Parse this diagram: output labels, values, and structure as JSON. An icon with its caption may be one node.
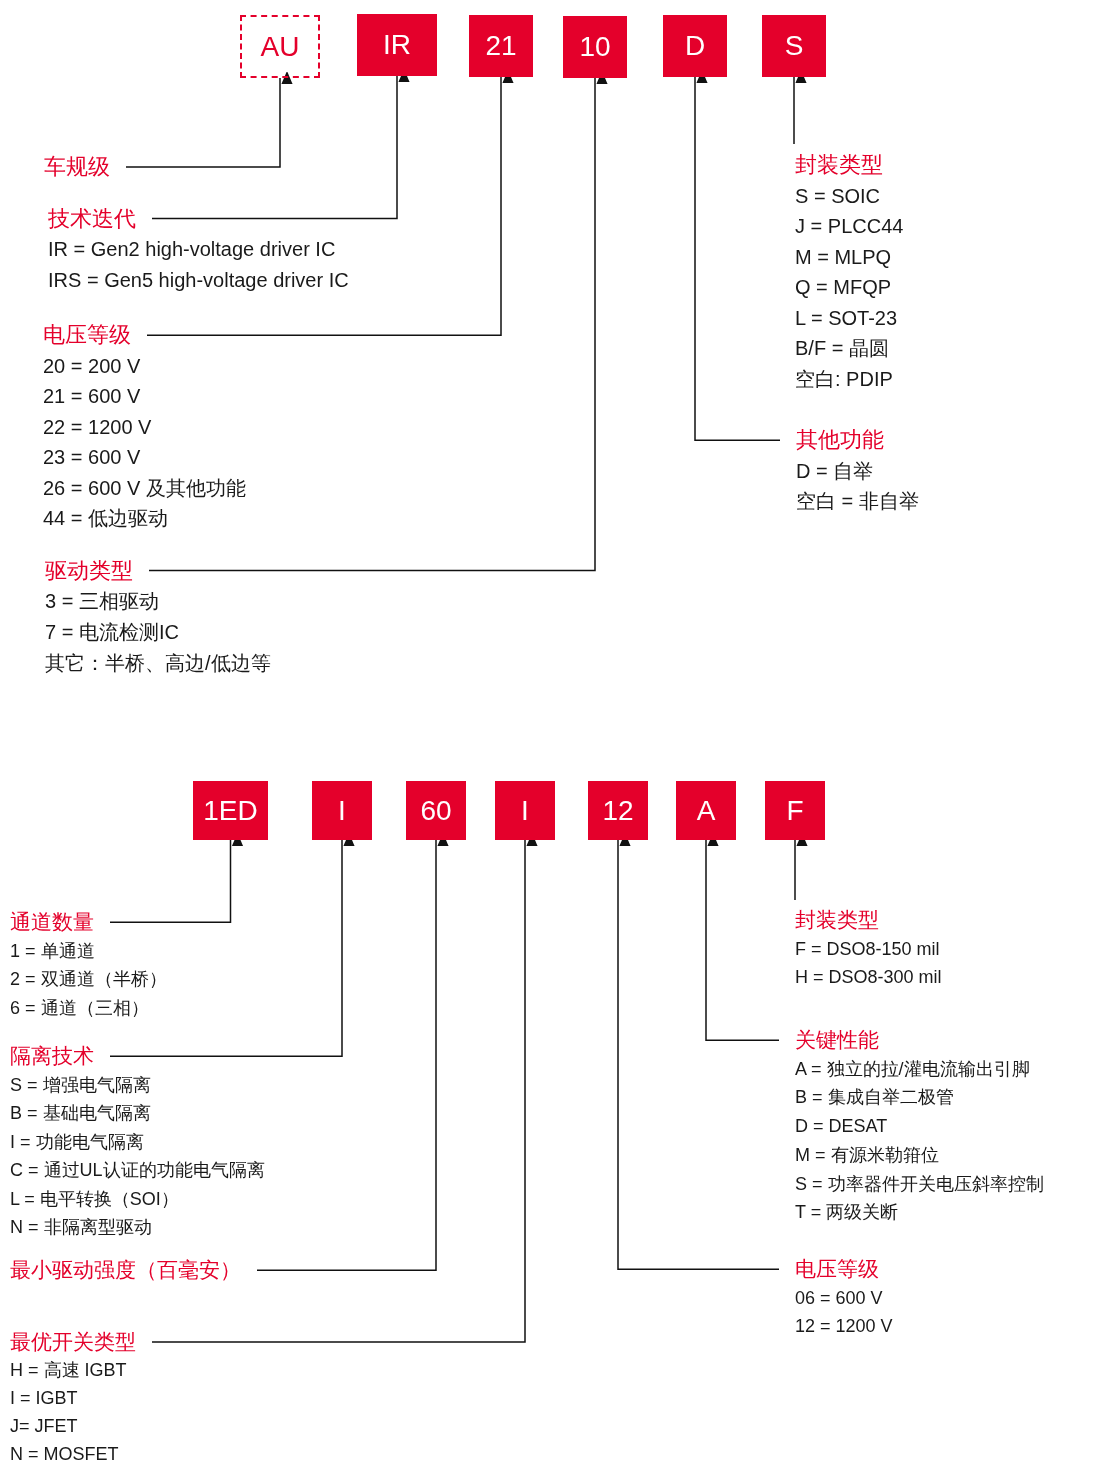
{
  "diagram": {
    "nodes": [
      {
        "text": [
          "AU"
        ]
      },
      {
        "text": [
          "IR"
        ]
      },
      {
        "text": [
          "21"
        ]
      },
      {
        "text": [
          "10"
        ]
      },
      {
        "text": [
          "D"
        ]
      },
      {
        "text": [
          "S"
        ]
      },
      {
        "text": [
          "车规级"
        ]
      },
      {
        "text": [
          "技术迭代",
          "IR = Gen2 high-voltage driver IC",
          "IRS = Gen5 high-voltage driver IC"
        ]
      },
      {
        "text": [
          "电压等级",
          "20 = 200 V",
          "21 = 600 V",
          "22 = 1200 V",
          "23 = 600 V",
          "26 = 600 V 及其他功能",
          "44 = 低边驱动"
        ]
      },
      {
        "text": [
          "驱动类型",
          "3 = 三相驱动",
          "7 = 电流检测IC",
          "其它：半桥、高边/低边等"
        ]
      },
      {
        "text": [
          "封装类型",
          "S = SOIC",
          "J = PLCC44",
          "M = MLPQ",
          "Q = MFQP",
          "L = SOT-23",
          "B/F = 晶圆",
          "空白: PDIP"
        ]
      },
      {
        "text": [
          "其他功能",
          "D = 自举",
          "空白 = 非自举"
        ]
      },
      {
        "text": [
          "1ED"
        ]
      },
      {
        "text": [
          "I"
        ]
      },
      {
        "text": [
          "60"
        ]
      },
      {
        "text": [
          "I"
        ]
      },
      {
        "text": [
          "12"
        ]
      },
      {
        "text": [
          "A"
        ]
      },
      {
        "text": [
          "F"
        ]
      },
      {
        "text": [
          "通道数量",
          "1 = 单通道",
          "2 = 双通道（半桥）",
          "6 = 通道（三相）"
        ]
      },
      {
        "text": [
          "隔离技术",
          "S = 增强电气隔离",
          "B = 基础电气隔离",
          "I = 功能电气隔离",
          "C = 通过UL认证的功能电气隔离",
          "L = 电平转换（SOI）",
          "N = 非隔离型驱动"
        ]
      },
      {
        "text": [
          "最小驱动强度（百毫安）"
        ]
      },
      {
        "text": [
          "最优开关类型",
          "H = 高速 IGBT",
          "I = IGBT",
          "J= JFET",
          "N = MOSFET"
        ]
      },
      {
        "text": [
          "封装类型",
          "F = DSO8-150 mil",
          "H = DSO8-300 mil"
        ]
      },
      {
        "text": [
          "关键性能",
          "A = 独立的拉/灌电流输出引脚",
          "B = 集成自举二极管",
          "D = DESAT",
          "M = 有源米勒箝位",
          "S = 功率器件开关电压斜率控制",
          "T = 两级关断"
        ]
      },
      {
        "text": [
          "电压等级",
          "06 = 600 V",
          "12 = 1200 V"
        ]
      }
    ],
    "edges": [
      {
        "from": 6,
        "to": 0,
        "arrow": "to"
      },
      {
        "from": 7,
        "to": 1,
        "arrow": "to"
      },
      {
        "from": 8,
        "to": 2,
        "arrow": "to"
      },
      {
        "from": 9,
        "to": 3,
        "arrow": "to"
      },
      {
        "from": 10,
        "to": 5,
        "arrow": "to"
      },
      {
        "from": 11,
        "to": 4,
        "arrow": "to"
      },
      {
        "from": 19,
        "to": 12,
        "arrow": "to"
      },
      {
        "from": 20,
        "to": 13,
        "arrow": "to"
      },
      {
        "from": 21,
        "to": 14,
        "arrow": "to"
      },
      {
        "from": 22,
        "to": 15,
        "arrow": "to"
      },
      {
        "from": 23,
        "to": 18,
        "arrow": "to"
      },
      {
        "from": 24,
        "to": 17,
        "arrow": "to"
      },
      {
        "from": 25,
        "to": 16,
        "arrow": "to"
      }
    ]
  }
}
